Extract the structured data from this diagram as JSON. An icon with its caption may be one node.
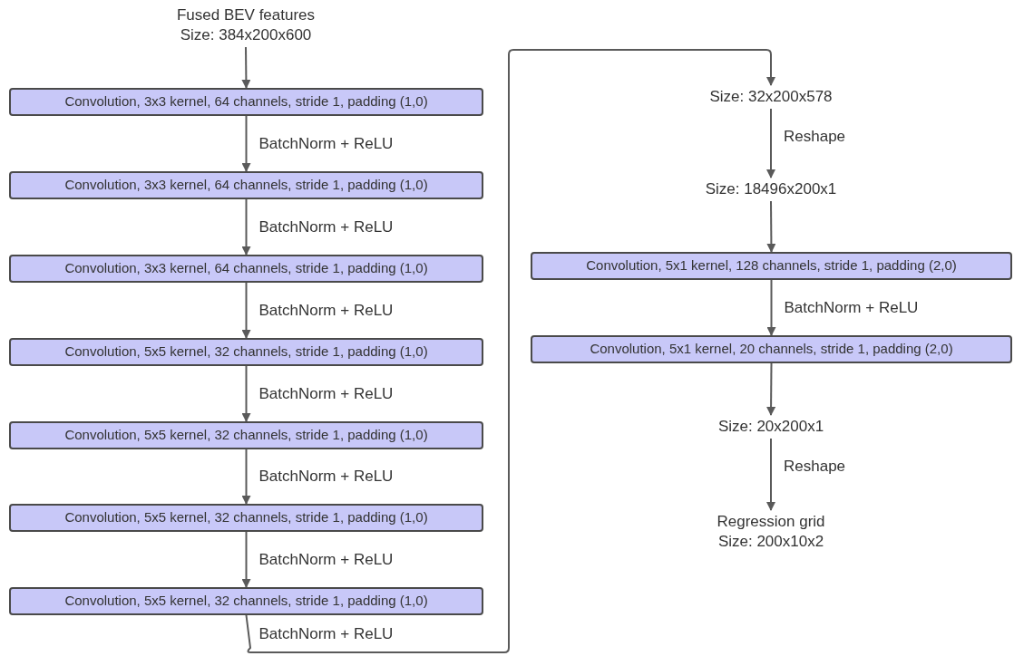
{
  "diagram": {
    "nodes": [
      {
        "text": [
          "Fused BEV features",
          "Size: 384x200x600"
        ]
      },
      {
        "text": [
          "Convolution, 3x3 kernel, 64 channels, stride 1, padding (1,0)"
        ]
      },
      {
        "text": [
          "Convolution, 3x3 kernel, 64 channels, stride 1, padding (1,0)"
        ]
      },
      {
        "text": [
          "Convolution, 3x3 kernel, 64 channels, stride 1, padding (1,0)"
        ]
      },
      {
        "text": [
          "Convolution, 5x5 kernel, 32 channels, stride 1, padding (1,0)"
        ]
      },
      {
        "text": [
          "Convolution, 5x5 kernel, 32 channels, stride 1, padding (1,0)"
        ]
      },
      {
        "text": [
          "Convolution, 5x5 kernel, 32 channels, stride 1, padding (1,0)"
        ]
      },
      {
        "text": [
          "Convolution, 5x5 kernel, 32 channels, stride 1, padding (1,0)"
        ]
      },
      {
        "text": [
          "Size: 32x200x578"
        ]
      },
      {
        "text": [
          "Size: 18496x200x1"
        ]
      },
      {
        "text": [
          "Convolution, 5x1 kernel, 128 channels, stride 1, padding (2,0)"
        ]
      },
      {
        "text": [
          "Convolution, 5x1 kernel, 20 channels, stride 1, padding (2,0)"
        ]
      },
      {
        "text": [
          "Size: 20x200x1"
        ]
      },
      {
        "text": [
          "Regression grid",
          "Size: 200x10x2"
        ]
      }
    ],
    "edges": [
      {
        "from": 0,
        "to": 1,
        "arrow": "to"
      },
      {
        "from": 1,
        "to": 2,
        "arrow": "to",
        "label": "BatchNorm + ReLU"
      },
      {
        "from": 2,
        "to": 3,
        "arrow": "to",
        "label": "BatchNorm + ReLU"
      },
      {
        "from": 3,
        "to": 4,
        "arrow": "to",
        "label": "BatchNorm + ReLU"
      },
      {
        "from": 4,
        "to": 5,
        "arrow": "to",
        "label": "BatchNorm + ReLU"
      },
      {
        "from": 5,
        "to": 6,
        "arrow": "to",
        "label": "BatchNorm + ReLU"
      },
      {
        "from": 6,
        "to": 7,
        "arrow": "to",
        "label": "BatchNorm + ReLU"
      },
      {
        "from": 7,
        "to": 8,
        "arrow": "to",
        "label": "BatchNorm + ReLU"
      },
      {
        "from": 8,
        "to": 9,
        "arrow": "to",
        "label": "Reshape"
      },
      {
        "from": 9,
        "to": 10,
        "arrow": "to"
      },
      {
        "from": 10,
        "to": 11,
        "arrow": "to",
        "label": "BatchNorm + ReLU"
      },
      {
        "from": 11,
        "to": 12,
        "arrow": "to"
      },
      {
        "from": 12,
        "to": 13,
        "arrow": "to",
        "label": "Reshape"
      }
    ]
  }
}
